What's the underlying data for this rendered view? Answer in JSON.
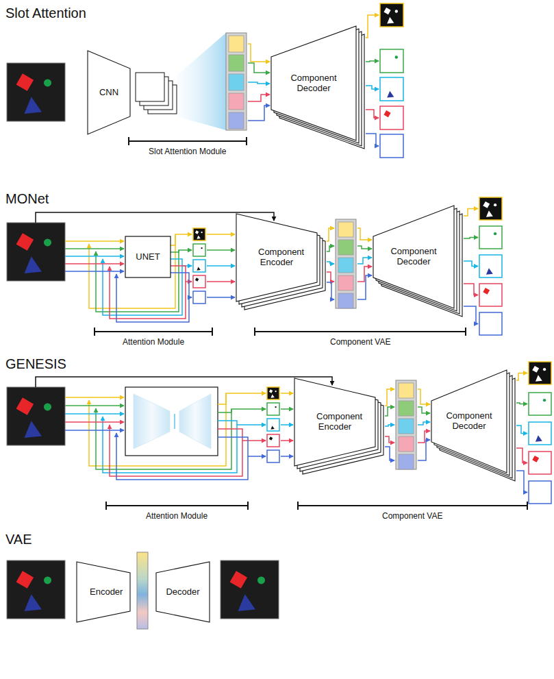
{
  "diagram": {
    "nodes": [
      {
        "text": [
          "CNN"
        ]
      },
      {
        "text": [
          "Component Decoder"
        ]
      },
      {
        "text": [
          "UNET"
        ]
      },
      {
        "text": [
          "Component Encoder"
        ]
      },
      {
        "text": [
          "Component Decoder"
        ]
      },
      {
        "text": [
          "Component Encoder"
        ]
      },
      {
        "text": [
          "Component Decoder"
        ]
      },
      {
        "text": [
          "Encoder"
        ]
      },
      {
        "text": [
          "Decoder"
        ]
      }
    ],
    "labels": [
      "Slot Attention",
      "Slot Attention Module",
      "MONet",
      "Attention Module",
      "Component VAE",
      "GENESIS",
      "Attention Module",
      "Component VAE",
      "VAE"
    ]
  }
}
